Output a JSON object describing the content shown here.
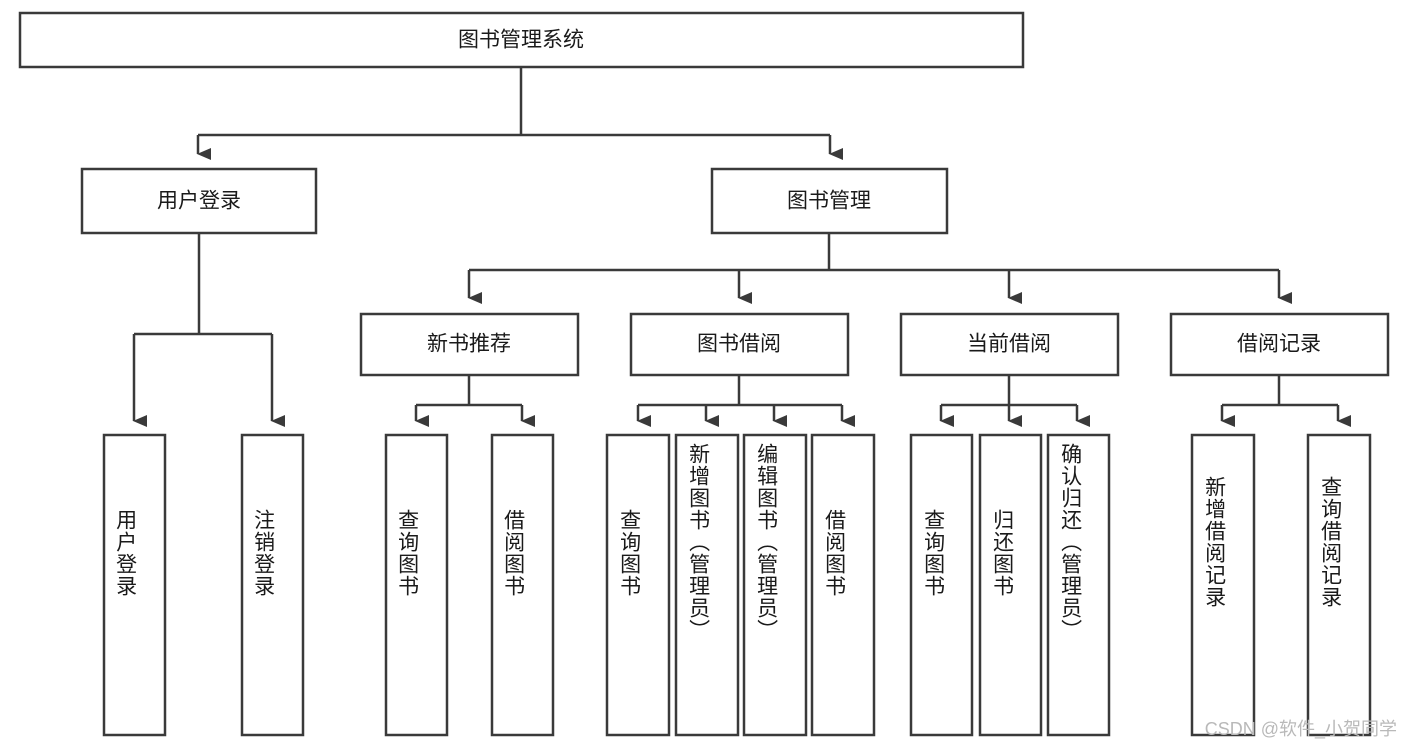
{
  "diagram": {
    "title": "图书管理系统",
    "type": "tree-hierarchy",
    "root": {
      "id": "root",
      "label": "图书管理系统",
      "orientation": "horizontal"
    },
    "level1": [
      {
        "id": "user-login",
        "label": "用户登录",
        "orientation": "horizontal"
      },
      {
        "id": "book-manage",
        "label": "图书管理",
        "orientation": "horizontal"
      }
    ],
    "level2": [
      {
        "id": "new-book-recommend",
        "label": "新书推荐",
        "orientation": "horizontal",
        "parent": "book-manage"
      },
      {
        "id": "book-borrow",
        "label": "图书借阅",
        "orientation": "horizontal",
        "parent": "book-manage"
      },
      {
        "id": "current-borrow",
        "label": "当前借阅",
        "orientation": "horizontal",
        "parent": "book-manage"
      },
      {
        "id": "borrow-record",
        "label": "借阅记录",
        "orientation": "horizontal",
        "parent": "book-manage"
      }
    ],
    "leaves": [
      {
        "id": "leaf-user-login",
        "label": "用户登录",
        "orientation": "vertical",
        "parent": "user-login"
      },
      {
        "id": "leaf-user-logout",
        "label": "注销登录",
        "orientation": "vertical",
        "parent": "user-login"
      },
      {
        "id": "leaf-query-book-1",
        "label": "查询图书",
        "orientation": "vertical",
        "parent": "new-book-recommend"
      },
      {
        "id": "leaf-borrow-book-1",
        "label": "借阅图书",
        "orientation": "vertical",
        "parent": "new-book-recommend"
      },
      {
        "id": "leaf-query-book-2",
        "label": "查询图书",
        "orientation": "vertical",
        "parent": "book-borrow"
      },
      {
        "id": "leaf-add-book",
        "label": "新增图书（管理员）",
        "orientation": "vertical",
        "parent": "book-borrow"
      },
      {
        "id": "leaf-edit-book",
        "label": "编辑图书（管理员）",
        "orientation": "vertical",
        "parent": "book-borrow"
      },
      {
        "id": "leaf-borrow-book-2",
        "label": "借阅图书",
        "orientation": "vertical",
        "parent": "book-borrow"
      },
      {
        "id": "leaf-query-book-3",
        "label": "查询图书",
        "orientation": "vertical",
        "parent": "current-borrow"
      },
      {
        "id": "leaf-return-book",
        "label": "归还图书",
        "orientation": "vertical",
        "parent": "current-borrow"
      },
      {
        "id": "leaf-confirm-return",
        "label": "确认归还（管理员）",
        "orientation": "vertical",
        "parent": "current-borrow"
      },
      {
        "id": "leaf-add-record",
        "label": "新增借阅记录",
        "orientation": "vertical",
        "parent": "borrow-record"
      },
      {
        "id": "leaf-query-record",
        "label": "查询借阅记录",
        "orientation": "vertical",
        "parent": "borrow-record"
      }
    ],
    "colors": {
      "stroke": "#3a3a3a",
      "fill": "#ffffff",
      "text": "#1a1a1a",
      "background": "#ffffff",
      "watermark": "#b9b9b9"
    }
  },
  "watermark": {
    "text": "CSDN @软件_小贺同学"
  }
}
